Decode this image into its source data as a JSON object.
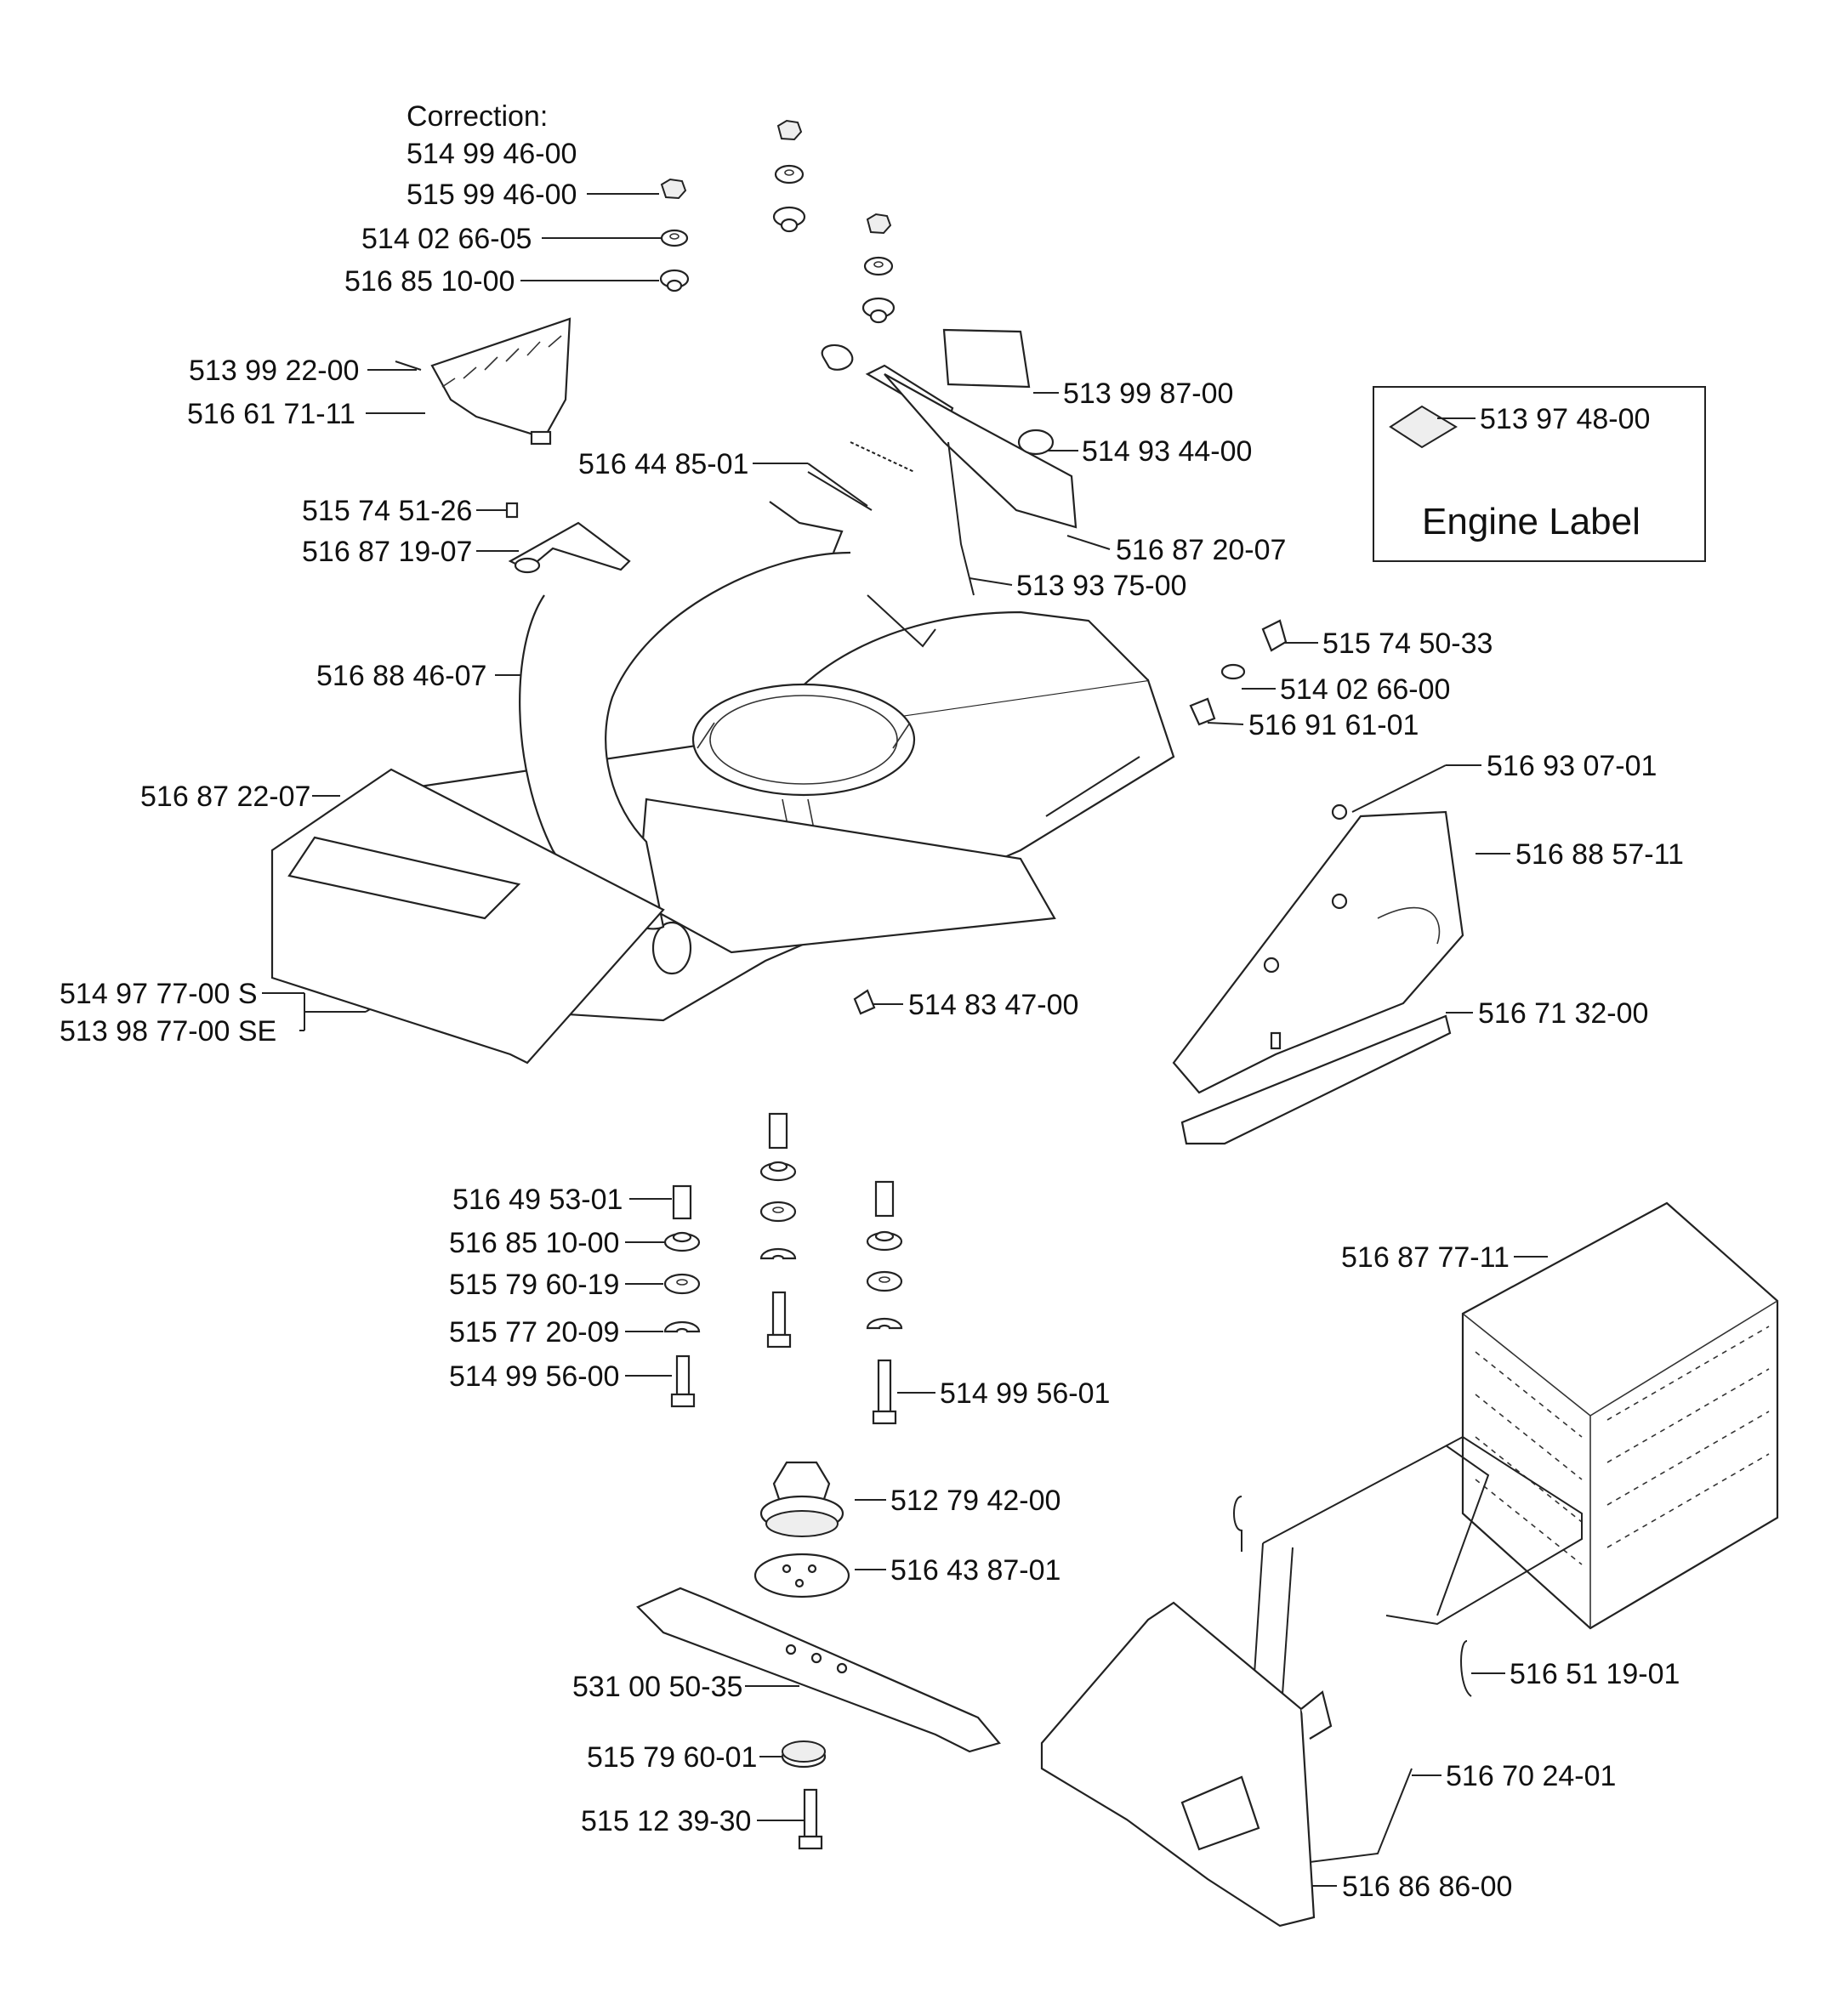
{
  "correction": {
    "heading": "Correction:",
    "number": "514 99 46-00"
  },
  "engine_label_box": {
    "part_number": "513 97 48-00",
    "caption": "Engine Label"
  },
  "parts": [
    "515 99 46-00",
    "514 02 66-05",
    "516 85 10-00",
    "513 99 22-00",
    "516 61 71-11",
    "516 44 85-01",
    "515 74 51-26",
    "516 87 19-07",
    "513 99 87-00",
    "514 93 44-00",
    "516 87 20-07",
    "513 93 75-00",
    "515 74 50-33",
    "514 02 66-00",
    "516 91 61-01",
    "516 88 46-07",
    "516 87 22-07",
    "516 93 07-01",
    "516 88 57-11",
    "514 97 77-00 S",
    "513 98 77-00 SE",
    "514 83 47-00",
    "516 71 32-00",
    "516 49 53-01",
    "516 85 10-00",
    "515 79 60-19",
    "515 77 20-09",
    "514 99 56-00",
    "514 99 56-01",
    "516 87 77-11",
    "512 79 42-00",
    "516 43 87-01",
    "531 00 50-35",
    "516 51 19-01",
    "515 79 60-01",
    "516 70 24-01",
    "515 12 39-30",
    "516 86 86-00"
  ]
}
